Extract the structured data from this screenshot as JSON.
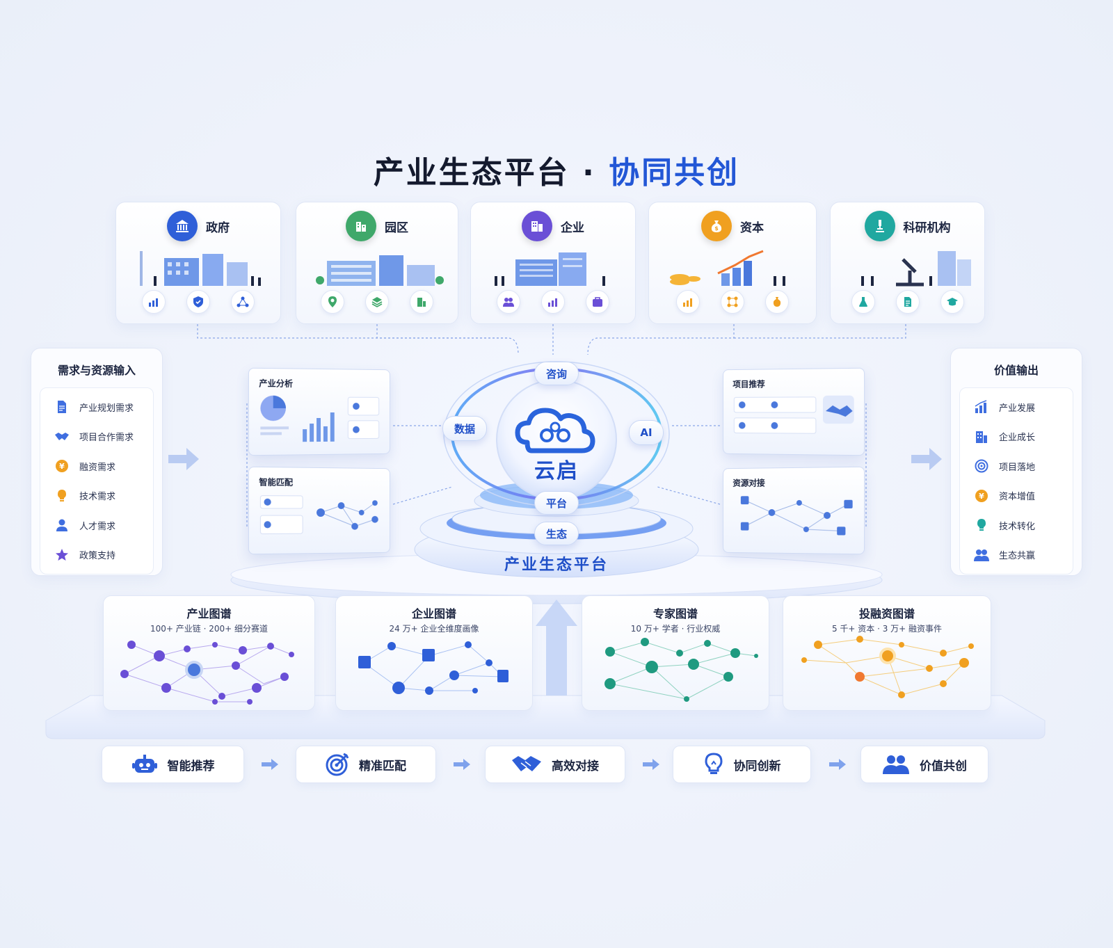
{
  "title": {
    "main": "产业生态平台 · ",
    "accent": "协同共创"
  },
  "stakeholders": [
    {
      "name": "政府",
      "icon": "government-building-icon",
      "color": "#2f5fd8",
      "sub_icons": [
        "growth-chart-icon",
        "shield-check-icon",
        "network-icon"
      ]
    },
    {
      "name": "园区",
      "icon": "park-building-icon",
      "color": "#3fa86a",
      "sub_icons": [
        "location-pin-icon",
        "layers-icon",
        "building-icon"
      ]
    },
    {
      "name": "企业",
      "icon": "enterprise-building-icon",
      "color": "#6a4fd6",
      "sub_icons": [
        "people-icon",
        "growth-chart-icon",
        "briefcase-icon"
      ]
    },
    {
      "name": "资本",
      "icon": "money-bag-icon",
      "color": "#f0a020",
      "sub_icons": [
        "growth-chart-icon",
        "nodes-icon",
        "money-bag-icon"
      ]
    },
    {
      "name": "科研机构",
      "icon": "microscope-icon",
      "color": "#20a8a0",
      "sub_icons": [
        "flask-icon",
        "document-icon",
        "graduation-cap-icon"
      ]
    }
  ],
  "input_panel": {
    "title": "需求与资源输入",
    "items": [
      {
        "label": "产业规划需求",
        "icon": "document-icon",
        "color": "#3f6ee0"
      },
      {
        "label": "项目合作需求",
        "icon": "handshake-icon",
        "color": "#3f6ee0"
      },
      {
        "label": "融资需求",
        "icon": "yuan-coin-icon",
        "color": "#f0a020"
      },
      {
        "label": "技术需求",
        "icon": "lightbulb-icon",
        "color": "#f0a020"
      },
      {
        "label": "人才需求",
        "icon": "person-icon",
        "color": "#3f6ee0"
      },
      {
        "label": "政策支持",
        "icon": "star-icon",
        "color": "#6a4fd6"
      }
    ]
  },
  "output_panel": {
    "title": "价值输出",
    "items": [
      {
        "label": "产业发展",
        "icon": "growth-chart-icon",
        "color": "#3f6ee0"
      },
      {
        "label": "企业成长",
        "icon": "building-icon",
        "color": "#3f6ee0"
      },
      {
        "label": "项目落地",
        "icon": "target-icon",
        "color": "#3f6ee0"
      },
      {
        "label": "资本增值",
        "icon": "yuan-coin-icon",
        "color": "#f0a020"
      },
      {
        "label": "技术转化",
        "icon": "lightbulb-icon",
        "color": "#20a8a0"
      },
      {
        "label": "生态共赢",
        "icon": "people-icon",
        "color": "#3f6ee0"
      }
    ]
  },
  "dashboards": {
    "left_top": "产业分析",
    "left_bottom": "智能匹配",
    "right_top": "项目推荐",
    "right_bottom": "资源对接"
  },
  "center": {
    "brand": "云启",
    "pills": {
      "top": "咨询",
      "left": "数据",
      "right": "AI",
      "platform": "平台",
      "ecology": "生态"
    },
    "platform_label": "产业生态平台"
  },
  "graphs": [
    {
      "title": "产业图谱",
      "subtitle": "100+ 产业链 · 200+ 细分赛道",
      "color": "#6a4fd6"
    },
    {
      "title": "企业图谱",
      "subtitle": "24 万+ 企业全维度画像",
      "color": "#2f5fd8"
    },
    {
      "title": "专家图谱",
      "subtitle": "10 万+ 学者 · 行业权威",
      "color": "#1f9a80"
    },
    {
      "title": "投融资图谱",
      "subtitle": "5 千+ 资本 · 3 万+ 融资事件",
      "color": "#f0a020"
    }
  ],
  "flow_steps": [
    {
      "label": "智能推荐",
      "icon": "robot-icon"
    },
    {
      "label": "精准匹配",
      "icon": "target-icon"
    },
    {
      "label": "高效对接",
      "icon": "handshake-icon"
    },
    {
      "label": "协同创新",
      "icon": "lightbulb-icon"
    },
    {
      "label": "价值共创",
      "icon": "people-icon"
    }
  ],
  "colors": {
    "accent": "#2357d6",
    "background": "#eef2fb"
  }
}
